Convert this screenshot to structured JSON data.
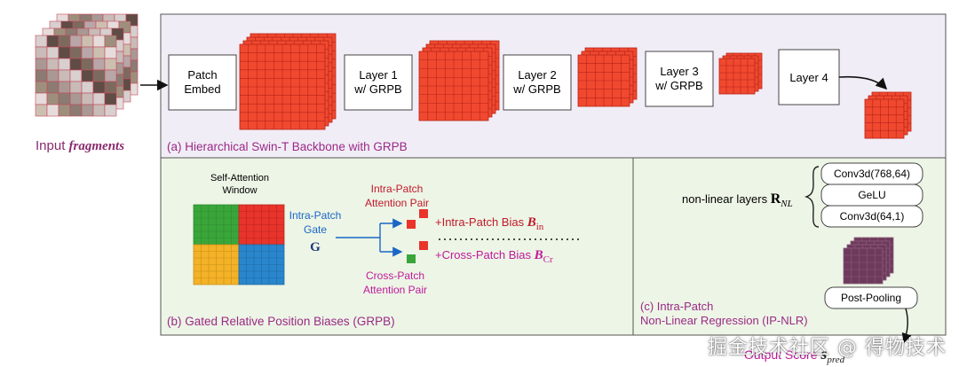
{
  "input": {
    "label_prefix": "Input ",
    "label_emph": "fragments"
  },
  "backbone": {
    "caption": "(a) Hierarchical Swin-T Backbone with GRPB",
    "patch_embed": [
      "Patch",
      "Embed"
    ],
    "layer1": [
      "Layer 1",
      "w/ GRPB"
    ],
    "layer2": [
      "Layer 2",
      "w/ GRPB"
    ],
    "layer3": [
      "Layer 3",
      "w/ GRPB"
    ],
    "layer4": "Layer 4"
  },
  "grpb": {
    "caption": "(b) Gated Relative Position Biases (GRPB)",
    "window_label": [
      "Self-Attention",
      "Window"
    ],
    "gate_label": [
      "Intra-Patch",
      "Gate"
    ],
    "gate_symbol": "G",
    "intra_pair": [
      "Intra-Patch",
      "Attention Pair"
    ],
    "cross_pair": [
      "Cross-Patch",
      "Attention Pair"
    ],
    "intra_bias_text": "+Intra-Patch Bias ",
    "intra_bias_symbol": "B",
    "intra_bias_sub": "in",
    "cross_bias_text": "+Cross-Patch Bias ",
    "cross_bias_symbol": "B",
    "cross_bias_sub": "Cr"
  },
  "nlr": {
    "caption": [
      "(c) Intra-Patch",
      "Non-Linear Regression (IP-NLR)"
    ],
    "nonlinear_label": "non-linear layers ",
    "nonlinear_symbol": "R",
    "nonlinear_sub": "NL",
    "layers": [
      "Conv3d(768,64)",
      "GeLU",
      "Conv3d(64,1)"
    ],
    "post_pooling": "Post-Pooling",
    "output_label": "Output Score ",
    "output_symbol": "s",
    "output_sub": "pred"
  },
  "watermark": "掘金技术社区 @ 得物技术",
  "colors": {
    "panel_a": "#f1edf6",
    "panel_b": "#edf5e6",
    "panel_c": "#edf5e6",
    "red_cube": "#f0492f",
    "caption_purple": "#9a2a86",
    "gate_blue": "#1a66c6",
    "green_q": "#3aa63a",
    "red_q": "#e8342a",
    "yellow_q": "#f3b227",
    "blue_q": "#2a86cc",
    "output_cube": "#6d3a5c",
    "magenta": "#c01a9b"
  }
}
